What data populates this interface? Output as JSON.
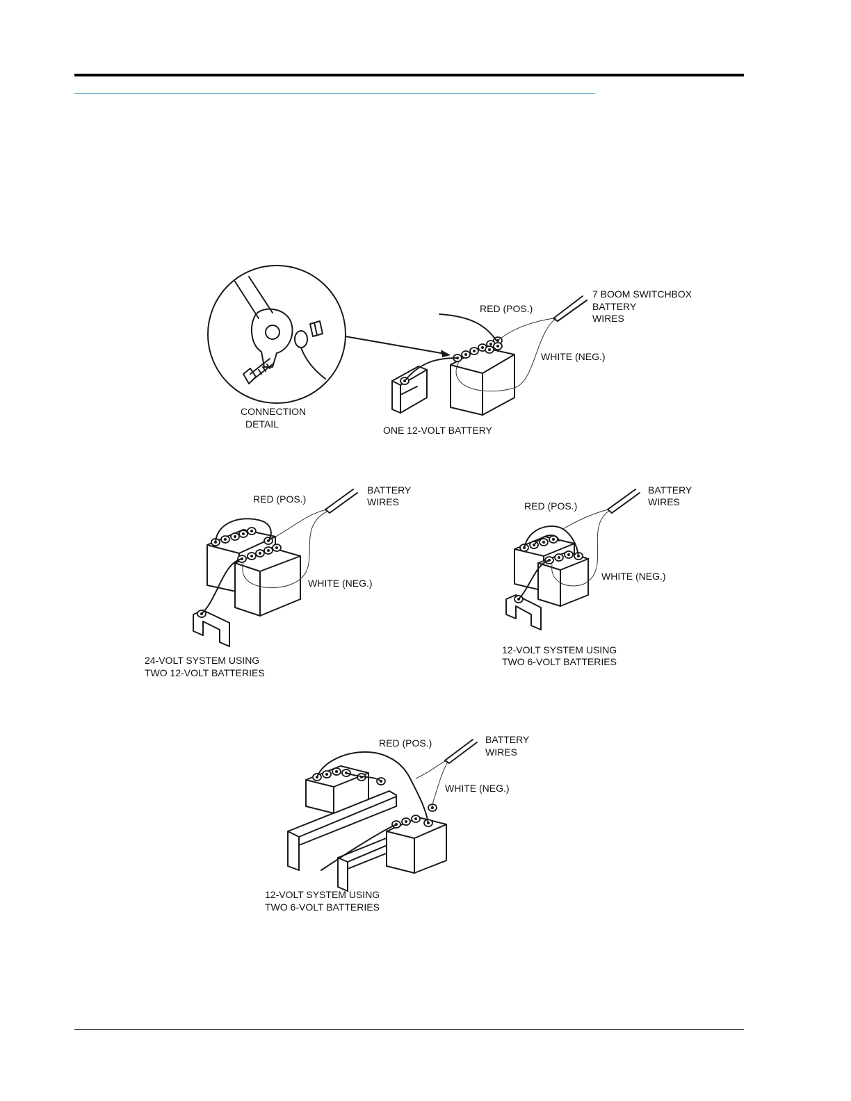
{
  "colors": {
    "header_rule": "#000000",
    "accent_rule": "#6fb6c4"
  },
  "detail": {
    "callout": [
      "CONNECTION",
      "DETAIL"
    ]
  },
  "fig_one": {
    "red": "RED (POS.)",
    "white": "WHITE (NEG.)",
    "wires": [
      "7 BOOM SWITCHBOX",
      "BATTERY",
      "WIRES"
    ],
    "caption": "ONE 12-VOLT BATTERY"
  },
  "fig_24v": {
    "red": "RED (POS.)",
    "white": "WHITE (NEG.)",
    "wires": [
      "BATTERY",
      "WIRES"
    ],
    "caption": [
      "24-VOLT SYSTEM USING",
      "TWO 12-VOLT BATTERIES"
    ]
  },
  "fig_12v_a": {
    "red": "RED (POS.)",
    "white": "WHITE (NEG.)",
    "wires": [
      "BATTERY",
      "WIRES"
    ],
    "caption": [
      "12-VOLT SYSTEM USING",
      "TWO 6-VOLT BATTERIES"
    ]
  },
  "fig_12v_b": {
    "red": "RED (POS.)",
    "white": "WHITE (NEG.)",
    "wires": [
      "BATTERY",
      "WIRES"
    ],
    "caption": [
      "12-VOLT SYSTEM USING",
      "TWO 6-VOLT BATTERIES"
    ]
  }
}
